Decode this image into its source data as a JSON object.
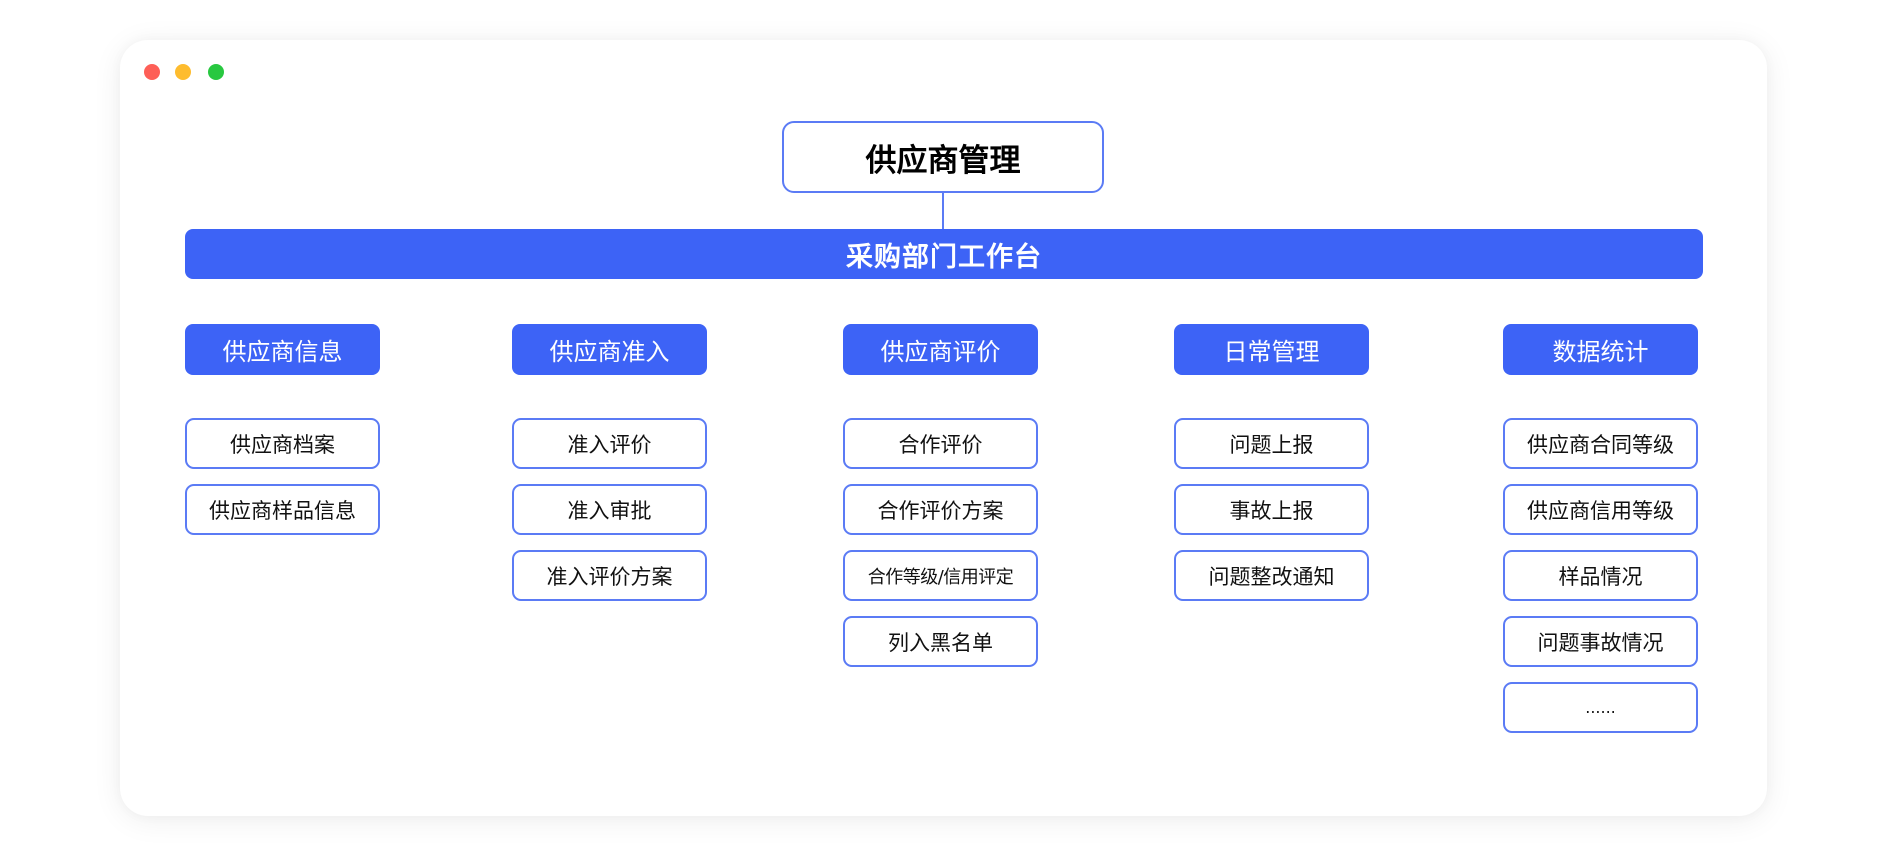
{
  "window": {
    "controls": [
      "close",
      "minimize",
      "maximize"
    ]
  },
  "root": {
    "title": "供应商管理"
  },
  "workbench": {
    "title": "采购部门工作台"
  },
  "colors": {
    "primary": "#3D63F6",
    "border": "#5B7BF5",
    "close": "#FE5F57",
    "minimize": "#FEBC2E",
    "maximize": "#28C840"
  },
  "columns": [
    {
      "title": "供应商信息",
      "items": [
        "供应商档案",
        "供应商样品信息"
      ]
    },
    {
      "title": "供应商准入",
      "items": [
        "准入评价",
        "准入审批",
        "准入评价方案"
      ]
    },
    {
      "title": "供应商评价",
      "items": [
        "合作评价",
        "合作评价方案",
        "合作等级/信用评定",
        "列入黑名单"
      ]
    },
    {
      "title": "日常管理",
      "items": [
        "问题上报",
        "事故上报",
        "问题整改通知"
      ]
    },
    {
      "title": "数据统计",
      "items": [
        "供应商合同等级",
        "供应商信用等级",
        "样品情况",
        "问题事故情况",
        "......"
      ]
    }
  ]
}
